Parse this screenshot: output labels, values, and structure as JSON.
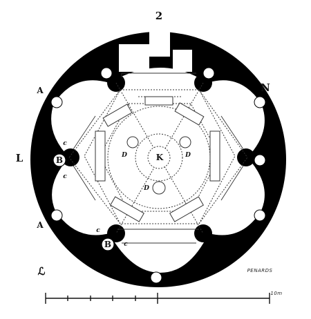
{
  "labels": {
    "top": "2",
    "north": "N",
    "left": "L",
    "bottom_left": "ℒ",
    "corner_a_upper": "A",
    "corner_a_lower": "A",
    "b_left": "B",
    "b_bottom": "B",
    "c_left_upper": "c",
    "c_left_lower": "c",
    "c_bottom_left": "c",
    "c_bottom_right": "c",
    "center": "K",
    "d_left": "D",
    "d_right": "D",
    "d_bottom": "D",
    "signature": "PENARDS",
    "scale_unit": "10m"
  },
  "colors": {
    "wall": "#000000",
    "background": "#ffffff",
    "line": "#333333"
  }
}
